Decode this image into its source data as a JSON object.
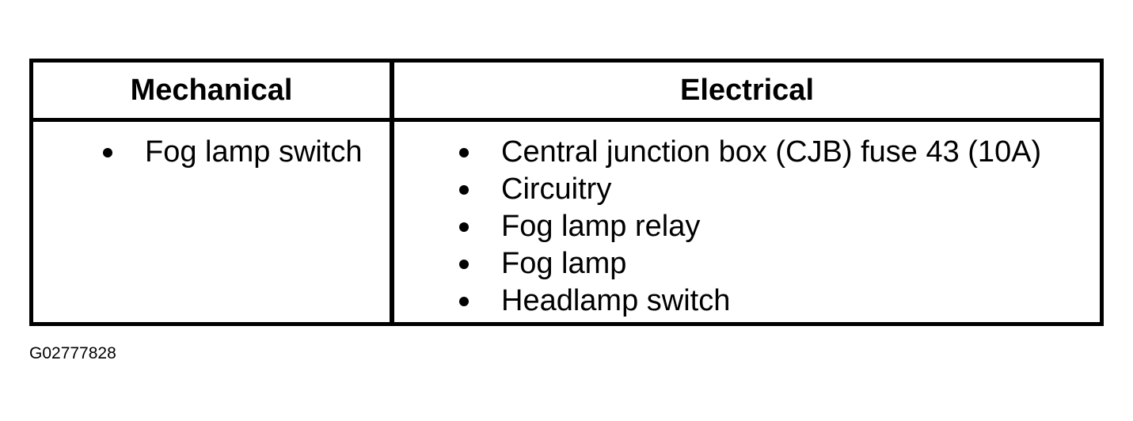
{
  "table": {
    "columns": [
      {
        "header": "Mechanical",
        "items": [
          "Fog lamp switch"
        ]
      },
      {
        "header": "Electrical",
        "items": [
          "Central junction box (CJB) fuse 43 (10A)",
          "Circuitry",
          "Fog lamp relay",
          "Fog lamp",
          "Headlamp switch"
        ]
      }
    ]
  },
  "figure_id": "G02777828"
}
